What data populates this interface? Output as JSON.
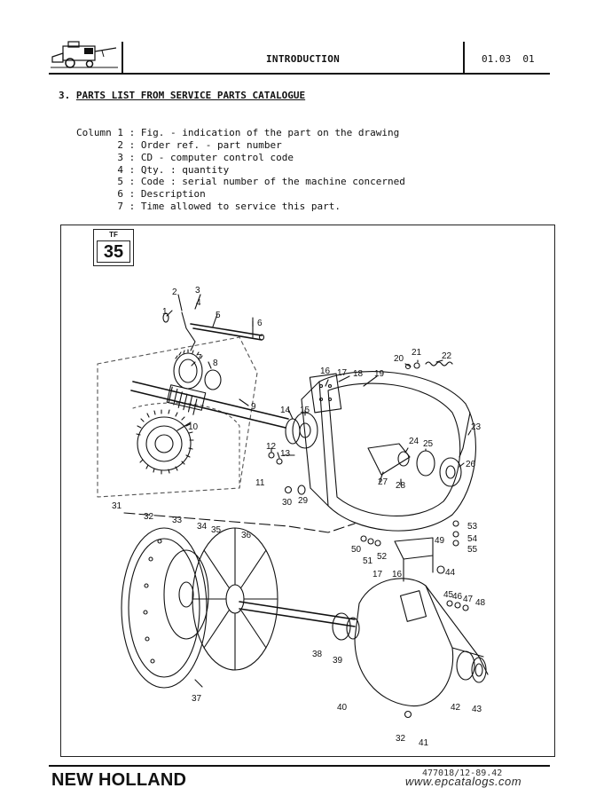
{
  "header": {
    "title": "INTRODUCTION",
    "ref": "01.03  01"
  },
  "section": {
    "number": "3.",
    "title": "PARTS LIST FROM SERVICE PARTS CATALOGUE"
  },
  "columns": [
    "Column 1 : Fig. - indication of the part on the drawing",
    "       2 : Order ref. - part number",
    "       3 : CD - computer control code",
    "       4 : Qty. : quantity",
    "       5 : Code : serial number of the machine concerned",
    "       6 : Description",
    "       7 : Time allowed to service this part."
  ],
  "figure": {
    "tag": "TF",
    "number": "35",
    "callouts": [
      "1",
      "2",
      "3",
      "4",
      "5",
      "6",
      "7",
      "8",
      "9",
      "10",
      "11",
      "12",
      "13",
      "14",
      "15",
      "16",
      "17",
      "18",
      "19",
      "20",
      "21",
      "22",
      "23",
      "24",
      "25",
      "26",
      "27",
      "28",
      "29",
      "30",
      "31",
      "32",
      "33",
      "34",
      "35",
      "36",
      "37",
      "38",
      "39",
      "40",
      "41",
      "42",
      "43",
      "44",
      "45",
      "46",
      "47",
      "48",
      "49",
      "50",
      "51",
      "52",
      "53",
      "54",
      "55",
      "16",
      "17",
      "32"
    ]
  },
  "footer": {
    "brand": "NEW HOLLAND",
    "doc_code": "477018/12-89.42",
    "watermark": "www.epcatalogs.com"
  }
}
